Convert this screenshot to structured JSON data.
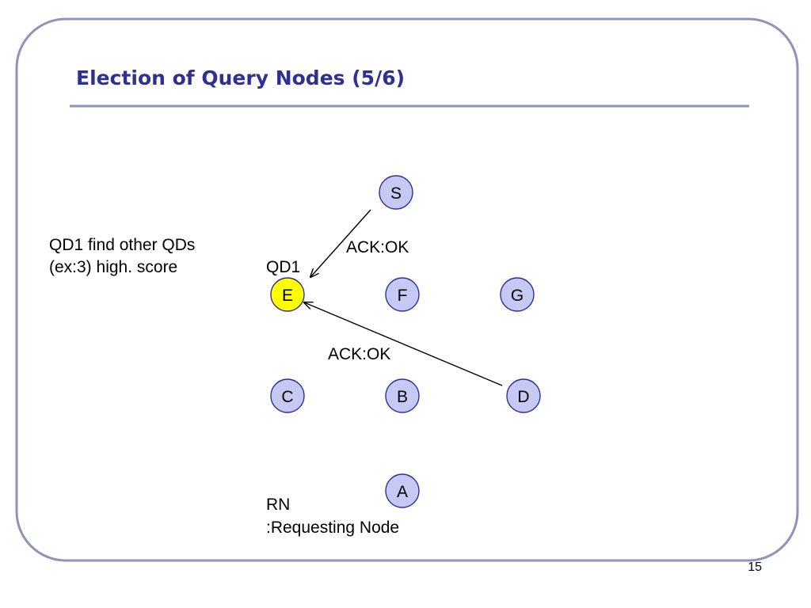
{
  "slide": {
    "title": "Election of Query Nodes (5/6)",
    "page_number": "15"
  },
  "colors": {
    "title": "#2e3192",
    "frame_border": "#8e92bd",
    "title_rule": "#8e92bd",
    "node_fill": "#c6c9f4",
    "node_stroke": "#2e3192",
    "highlight_fill": "#ffff00"
  },
  "notes": {
    "line1": "QD1 find other QDs",
    "line2": "(ex:3) high. score"
  },
  "labels": {
    "qd1": "QD1",
    "ack_top": "ACK:OK",
    "ack_mid": "ACK:OK",
    "rn": "RN",
    "requesting_node": ":Requesting Node"
  },
  "nodes": {
    "S": "S",
    "E": "E",
    "F": "F",
    "G": "G",
    "C": "C",
    "B": "B",
    "D": "D",
    "A": "A"
  },
  "highlighted_node": "E",
  "edges": [
    {
      "from": "S",
      "to": "E",
      "label": "ACK:OK"
    },
    {
      "from": "D",
      "to": "E",
      "label": "ACK:OK"
    }
  ]
}
